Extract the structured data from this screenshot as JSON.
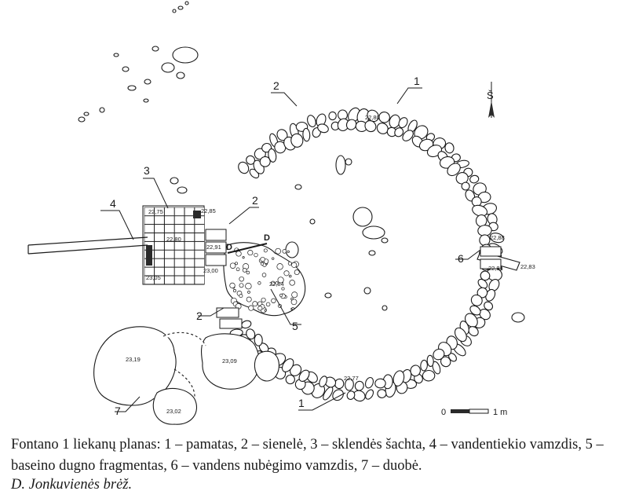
{
  "figure": {
    "caption": "Fontano 1 liekanų planas: 1 – pamatas, 2 – sienelė, 3 – sklendės šachta, 4 – vandentiekio vamzdis, 5 – baseino dugno fragmentas,  6 – vandens nubėgimo vamzdis, 7 – duobė.",
    "credit": "D. Jonkuvienės brėž."
  },
  "plan": {
    "north_label": "Š",
    "callouts": [
      "1",
      "2",
      "3",
      "4",
      "2",
      "2",
      "5",
      "6",
      "1",
      "7"
    ],
    "section_labels": [
      "D",
      "D"
    ],
    "elevations": [
      "22,80",
      "22,75",
      "22,85",
      "22,80",
      "22,91",
      "23,05",
      "23,00",
      "22,84",
      "22,88",
      "22,81",
      "22,83",
      "23,19",
      "23,09",
      "23,02",
      "22,77"
    ],
    "scale": {
      "left": "0",
      "right": "1 m"
    }
  }
}
